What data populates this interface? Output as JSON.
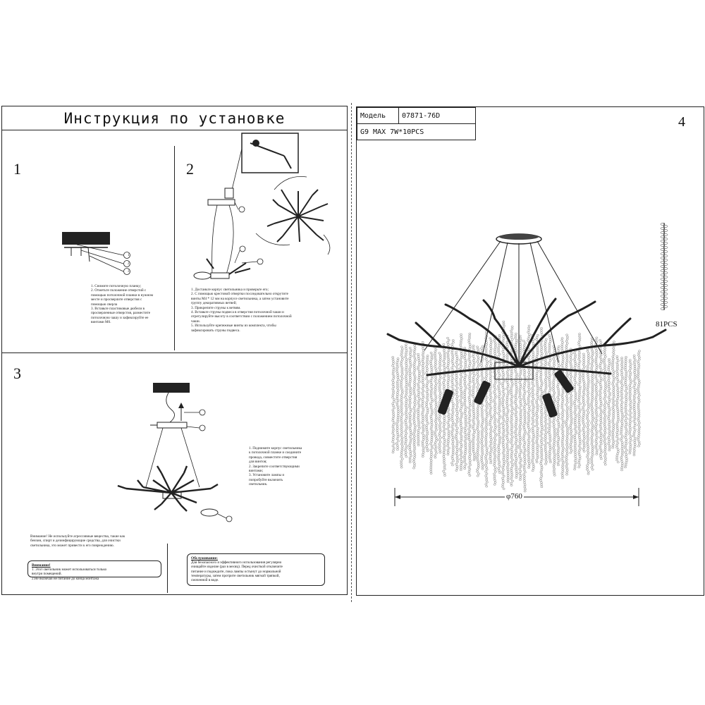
{
  "title": "Инструкция по установке",
  "steps": {
    "s1": {
      "num": "1",
      "text": "1. Снимите потолочную планку;\n2. Отметьте положение отверстий с\nпомощью потолочной планки в нужном\nместе и просверлите отверстия с\nпомощью сверла\n3. Вставьте пластиковые дюбели в\nпросверленные отверстия, разместите\nпотолочную чашу и зафиксируйте ее\nвинтами М6."
    },
    "s2": {
      "num": "2",
      "text": "1. Достаньте корпус светильника и проверьте его;\n2. С помощью крестовой отвертки последовательно открутите\nвинты M4 * 12 мм на корпусе светильника, а затем установите\nгруппу декоративных ветвей;\n3. Прикрепите струны к ветвям.\n4. Вставьте струны подвеса в отверстия потолочной чаши и\nотрегулируйте высоту в соответствии с положением потолочной\nчаши.\n5. Используйте крепежные винты из комплекта, чтобы\nзафиксировать струны подвеса."
    },
    "s3": {
      "num": "3",
      "text": "1. Поднимите корпус светильника\nк потолочной планке и соедините\nпровода, совместите отверстия\nдля винтов;\n2. Закрепите соответствующими\nвинтами;\n3. Установите лампы и\nпопробуйте включить\nсветильник."
    },
    "warning_text": "Внимание! Не используйте агрессивные вещества, такие как\nбензин, спирт и дезинфицирующие средства, для очистки\nсветильника, это может привести к его повреждению.",
    "warning_box": {
      "title": "Внимание!",
      "body": "1. Этот светильник может использоваться только\nвнутри помещений.\n2.Не включай не питание до конца монтажа"
    },
    "service_box": {
      "title": "Обслуживание:",
      "body": "Для безопасного и эффективного использования регулярно\nочищайте изделие (раз в месяц). Перед очисткой отключите\nпитание и подождите, пока лампы остынут до нормальной\nтемпературы, затем протрите светильник мягкой тряпкой,\nсмоченной в воде."
    }
  },
  "spec": {
    "model_label": "Модель",
    "model_value": "07871-76D",
    "lamp_spec": "G9  MAX 7W*10PCS",
    "page_number": "4",
    "diameter": "φ760",
    "crystal_count": "81PCS"
  },
  "callouts": [
    "1",
    "2",
    "3"
  ]
}
